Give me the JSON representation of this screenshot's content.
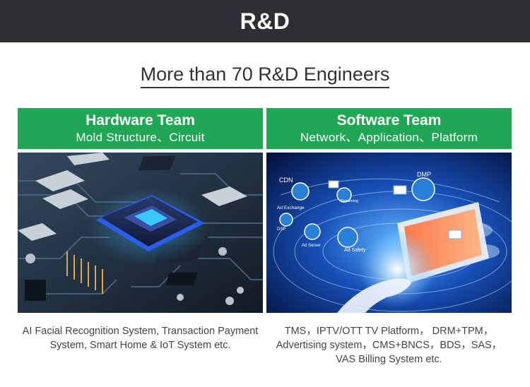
{
  "header": {
    "title": "R&D"
  },
  "headline": "More than 70 R&D Engineers",
  "teams": [
    {
      "title": "Hardware Team",
      "subtitle": "Mold Structure、Circuit",
      "description": "AI Facial Recognition System, Transaction Payment System, Smart Home & IoT System etc."
    },
    {
      "title": "Software Team",
      "subtitle": "Network、Application、Platform",
      "description": "TMS，IPTV/OTT TV Platform，  DRM+TPM，Advertising system，CMS+BNCS，BDS，SAS，VAS Billing System etc."
    }
  ],
  "software_image_labels": {
    "cdn": "CDN",
    "dmp": "DMP",
    "streaming": "Streaming",
    "ad_exchange": "Ad Exchange",
    "dsp": "DSP",
    "ad_server": "Ad Server",
    "ad_safety": "Ad Safety"
  },
  "colors": {
    "header_bg": "#2f2f33",
    "accent_green": "#21a655",
    "body_text": "#444444"
  },
  "icons": [
    "circuit-board-image",
    "network-hand-image",
    "envelope-icon",
    "cloud-icon"
  ]
}
